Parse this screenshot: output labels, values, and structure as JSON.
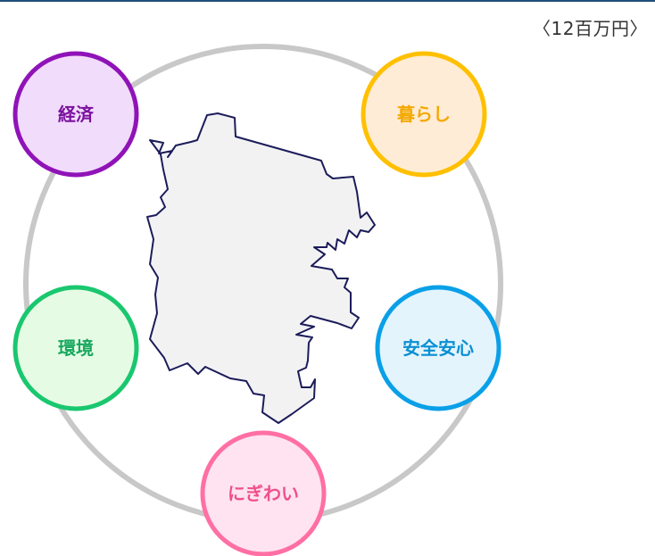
{
  "unit_label": "〈12百万円〉",
  "map": {
    "fill": "#f2f2f3",
    "stroke": "#1c1c5a"
  },
  "ring": {
    "stroke": "#c8c8c8"
  },
  "nodes": [
    {
      "key": "keizai",
      "label": "経済",
      "stroke": "#9013b8",
      "fill": "#f2dcfb",
      "text": "#7a119e"
    },
    {
      "key": "kurashi",
      "label": "暮らし",
      "stroke": "#ffc000",
      "fill": "#ffecd6",
      "text": "#f4a900"
    },
    {
      "key": "kankyo",
      "label": "環境",
      "stroke": "#19c76f",
      "fill": "#e6fbe4",
      "text": "#17a85e"
    },
    {
      "key": "anzen",
      "label": "安全安心",
      "stroke": "#0aa0e8",
      "fill": "#e3f4fd",
      "text": "#0a8fd2"
    },
    {
      "key": "nigiwai",
      "label": "にぎわい",
      "stroke": "#ff6fa3",
      "fill": "#ffe3f0",
      "text": "#f04f8d"
    }
  ]
}
